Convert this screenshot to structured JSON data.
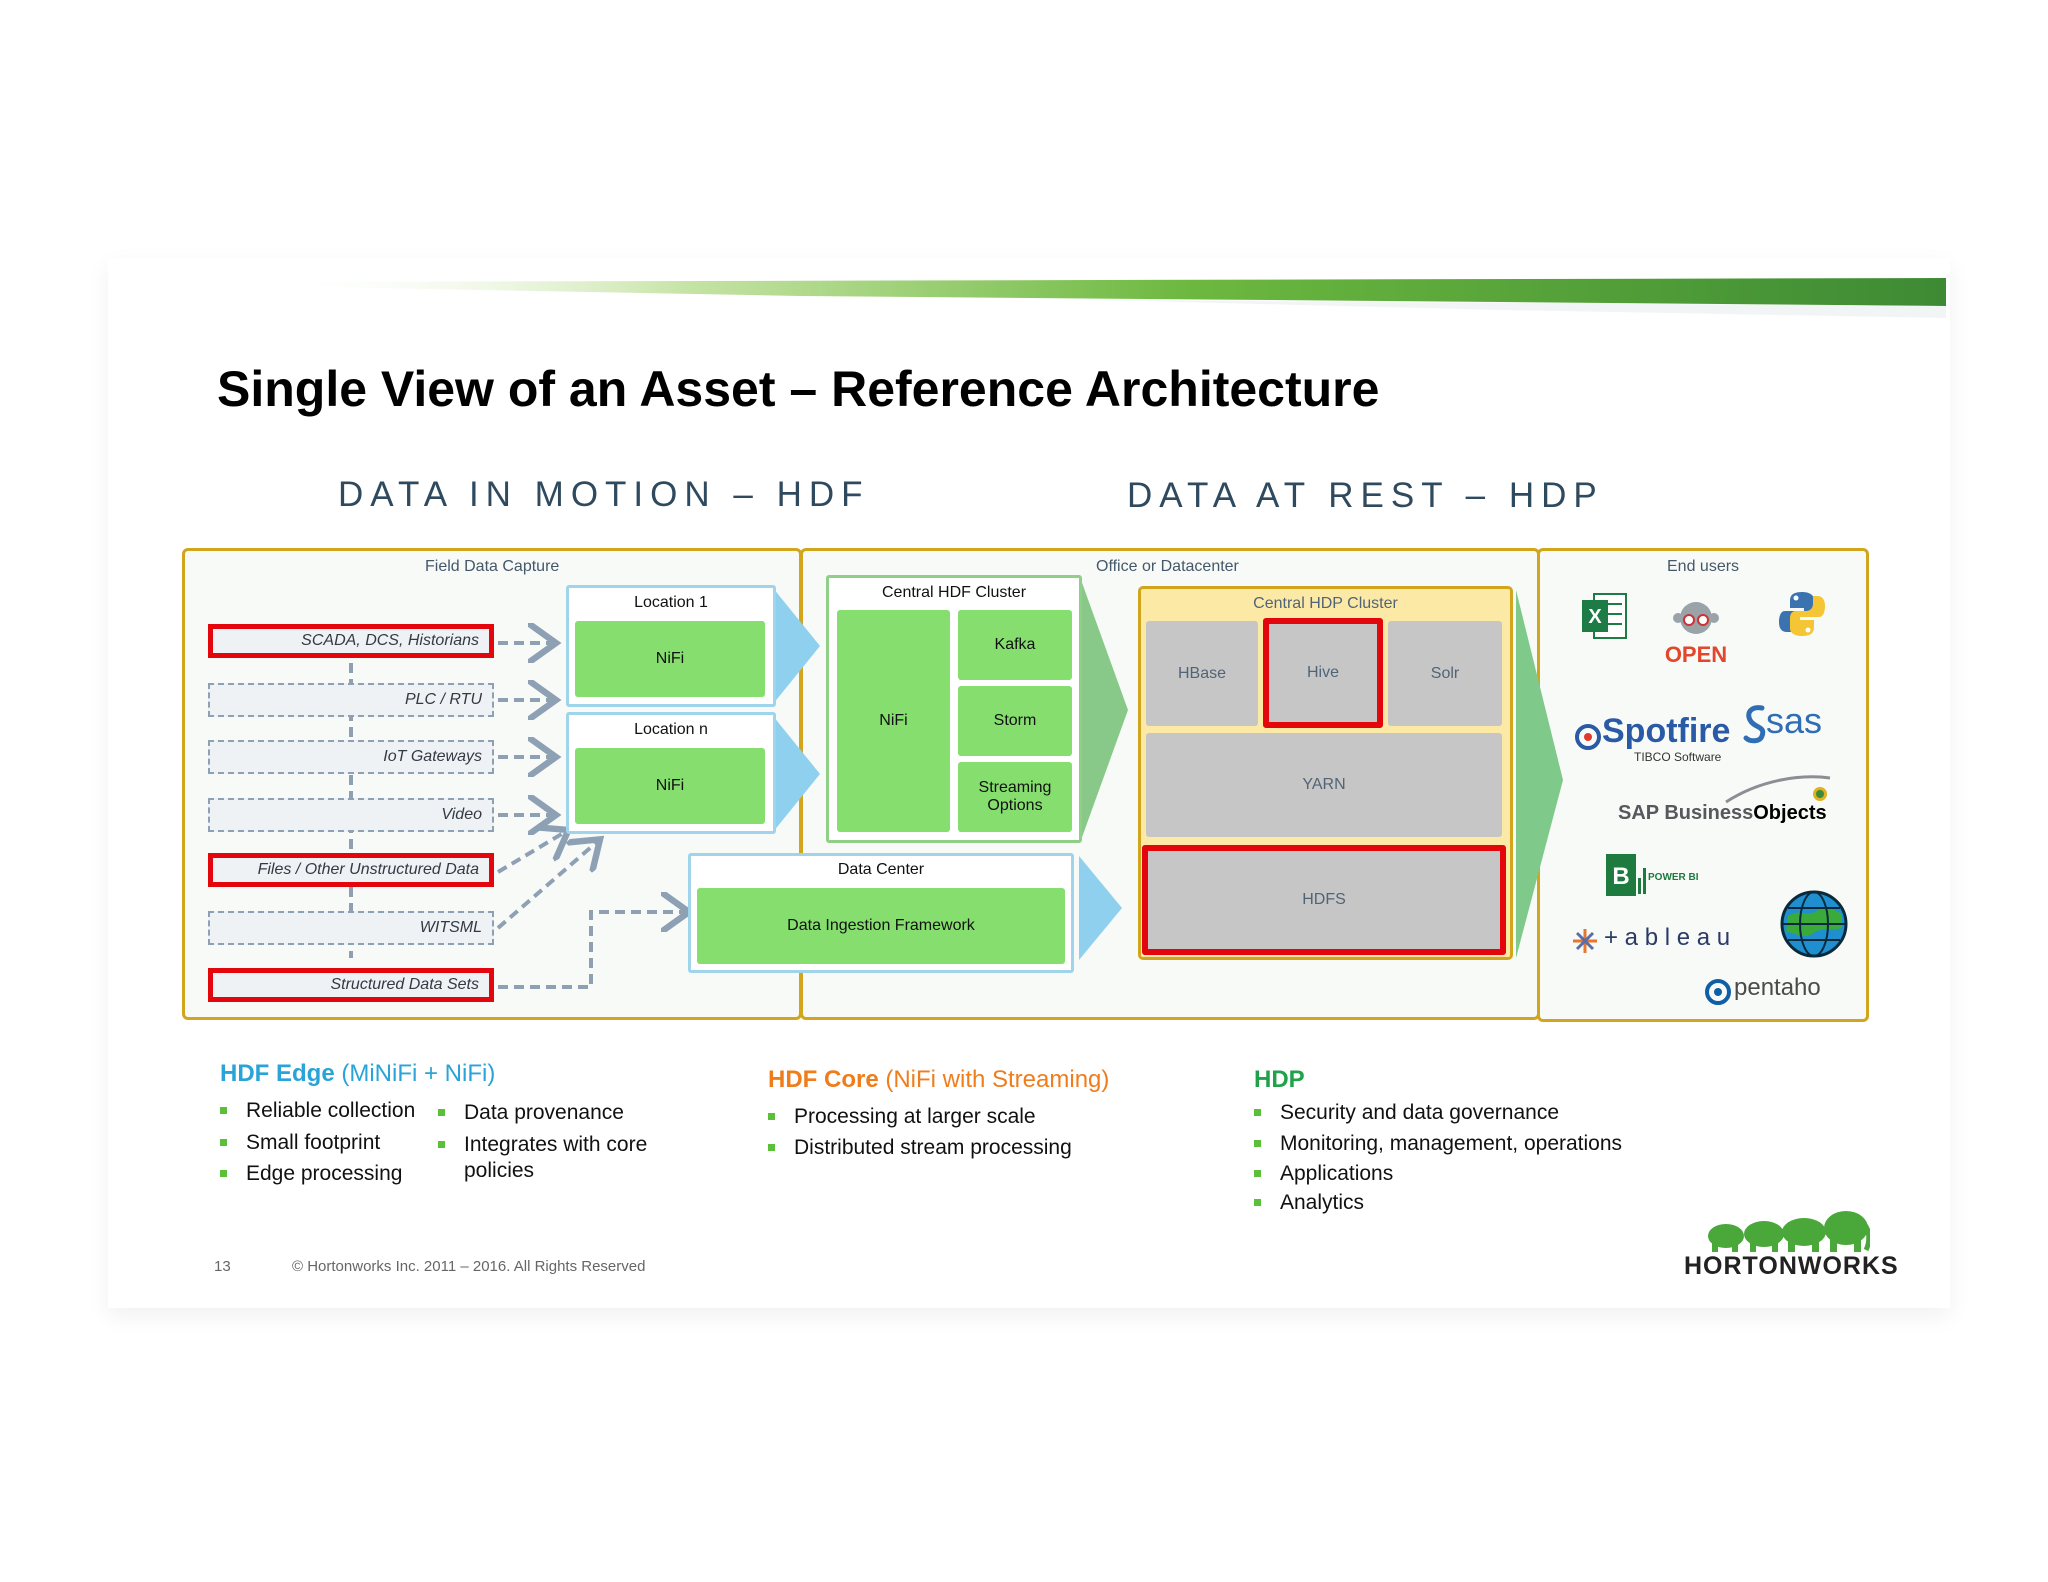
{
  "slide": {
    "title": "Single View of an Asset – Reference Architecture",
    "section_left": "DATA IN MOTION – HDF",
    "section_right": "DATA AT REST – HDP"
  },
  "field_capture": {
    "caption": "Field Data Capture",
    "sources": [
      {
        "label": "SCADA, DCS, Historians",
        "highlighted": true
      },
      {
        "label": "PLC / RTU",
        "highlighted": false
      },
      {
        "label": "IoT Gateways",
        "highlighted": false
      },
      {
        "label": "Video",
        "highlighted": false
      },
      {
        "label": "Files / Other Unstructured Data",
        "highlighted": true
      },
      {
        "label": "WITSML",
        "highlighted": false
      },
      {
        "label": "Structured Data Sets",
        "highlighted": true
      }
    ],
    "locations": [
      {
        "title": "Location 1",
        "engine": "NiFi"
      },
      {
        "title": "Location n",
        "engine": "NiFi"
      }
    ]
  },
  "datacenter": {
    "caption": "Office or Datacenter",
    "hdf_cluster": {
      "title": "Central HDF Cluster",
      "nifi": "NiFi",
      "kafka": "Kafka",
      "storm": "Storm",
      "streaming_line1": "Streaming",
      "streaming_line2": "Options"
    },
    "data_center": {
      "title": "Data Center",
      "framework": "Data Ingestion Framework"
    },
    "hdp_cluster": {
      "title": "Central HDP Cluster",
      "hbase": "HBase",
      "hive": "Hive",
      "solr": "Solr",
      "yarn": "YARN",
      "hdfs": "HDFS"
    }
  },
  "end_users": {
    "caption": "End users",
    "logos": {
      "open": "OPEN",
      "spotfire": "Spotfire",
      "spotfire_sub": "TIBCO Software",
      "sas": "sas",
      "sap": "SAP Business",
      "sap_bold": "Objects",
      "powerbi": "POWER BI",
      "tableau": "+ a b l e a u",
      "pentaho": "pentaho"
    }
  },
  "bottom": {
    "hdf_edge": {
      "head": "HDF Edge",
      "head_light": " (MiNiFi + NiFi)",
      "col1": [
        "Reliable collection",
        "Small footprint",
        "Edge processing"
      ],
      "col2_a": "Data provenance",
      "col2_b1": "Integrates with core",
      "col2_b2": "policies"
    },
    "hdf_core": {
      "head": "HDF Core",
      "head_light": " (NiFi with Streaming)",
      "items": [
        "Processing at larger scale",
        "Distributed stream processing"
      ]
    },
    "hdp": {
      "head": "HDP",
      "items": [
        "Security and data governance",
        "Monitoring, management, operations",
        "Applications",
        "Analytics"
      ]
    }
  },
  "footer": {
    "page": "13",
    "copyright": "© Hortonworks Inc. 2011 – 2016. All Rights Reserved",
    "brand": "HORTONWORKS"
  },
  "colors": {
    "accent_green": "#5cbf3a",
    "hdf_edge_blue": "#2aa4d8",
    "hdf_core_orange": "#ef7d1c",
    "hdp_green": "#1fa24a",
    "highlight_red": "#e3060d",
    "frame_gold": "#d2a61c"
  }
}
